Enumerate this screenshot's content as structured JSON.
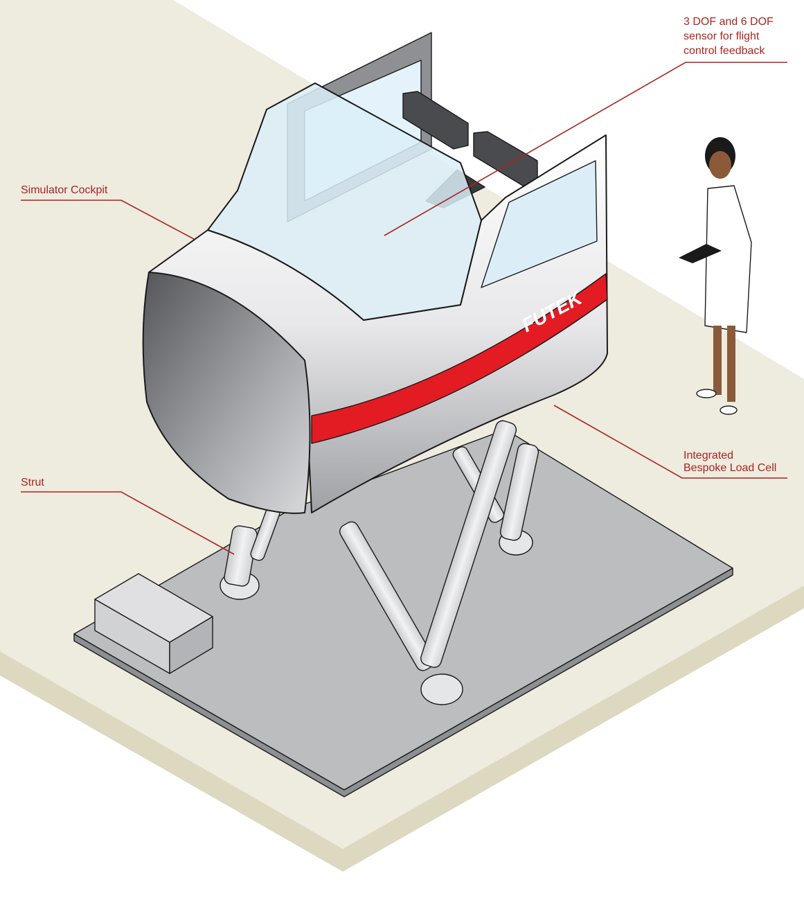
{
  "labels": {
    "dof_sensor": [
      "3 DOF and 6 DOF",
      "sensor for flight",
      "control feedback"
    ],
    "cockpit": "Simulator Cockpit",
    "strut": "Strut",
    "load_cell": [
      "Integrated",
      "Bespoke Load Cell"
    ]
  },
  "brand": "FUTEK",
  "colors": {
    "label": "#a8251f",
    "floor": "#eeebdf",
    "floor_edge": "#ddd8c0",
    "platform": "#bcbdbf",
    "stripe": "#e31b23",
    "glass": "#dbeef8"
  }
}
